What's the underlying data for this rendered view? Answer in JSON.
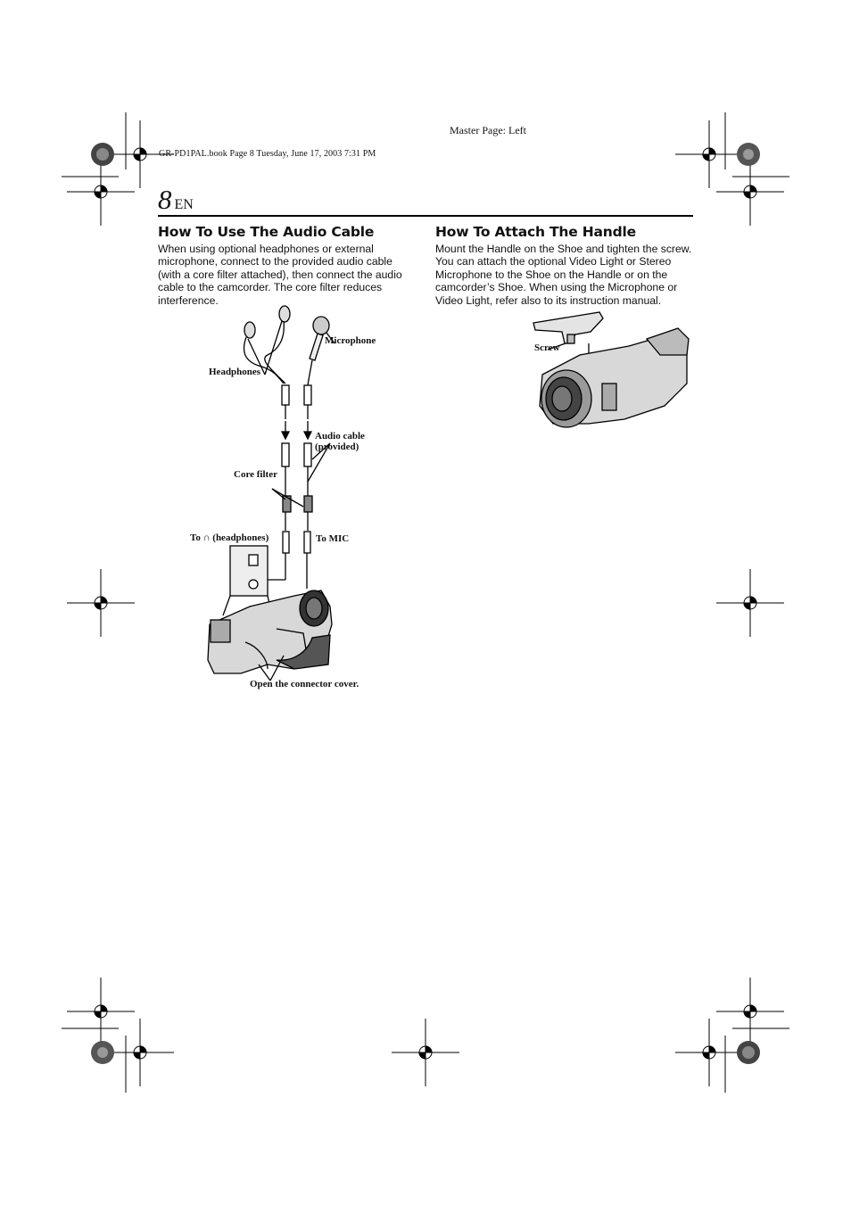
{
  "header": {
    "master_page": "Master Page: Left",
    "book_info": "GR-PD1PAL.book  Page 8  Tuesday, June 17, 2003  7:31 PM",
    "page_number": "8",
    "language": "EN"
  },
  "audio_cable": {
    "title": "How To Use The Audio Cable",
    "body": "When using optional headphones or external microphone, connect to the provided audio cable (with a core filter attached), then connect the audio cable to the camcorder. The core filter reduces interference.",
    "labels": {
      "headphones": "Headphones",
      "microphone": "Microphone",
      "audio_cable_line1": "Audio cable",
      "audio_cable_line2": "(provided)",
      "core_filter": "Core filter",
      "to_headphones_prefix": "To",
      "to_headphones_suffix": "(headphones)",
      "to_mic": "To MIC",
      "open_cover": "Open the connector cover."
    }
  },
  "handle": {
    "title": "How To Attach The Handle",
    "body": "Mount the Handle on the Shoe and tighten the screw. You can attach the optional Video Light or Stereo Microphone to the Shoe on the Handle or on the camcorder’s Shoe. When using the Microphone or Video Light, refer also to its instruction manual.",
    "labels": {
      "screw": "Screw"
    }
  }
}
